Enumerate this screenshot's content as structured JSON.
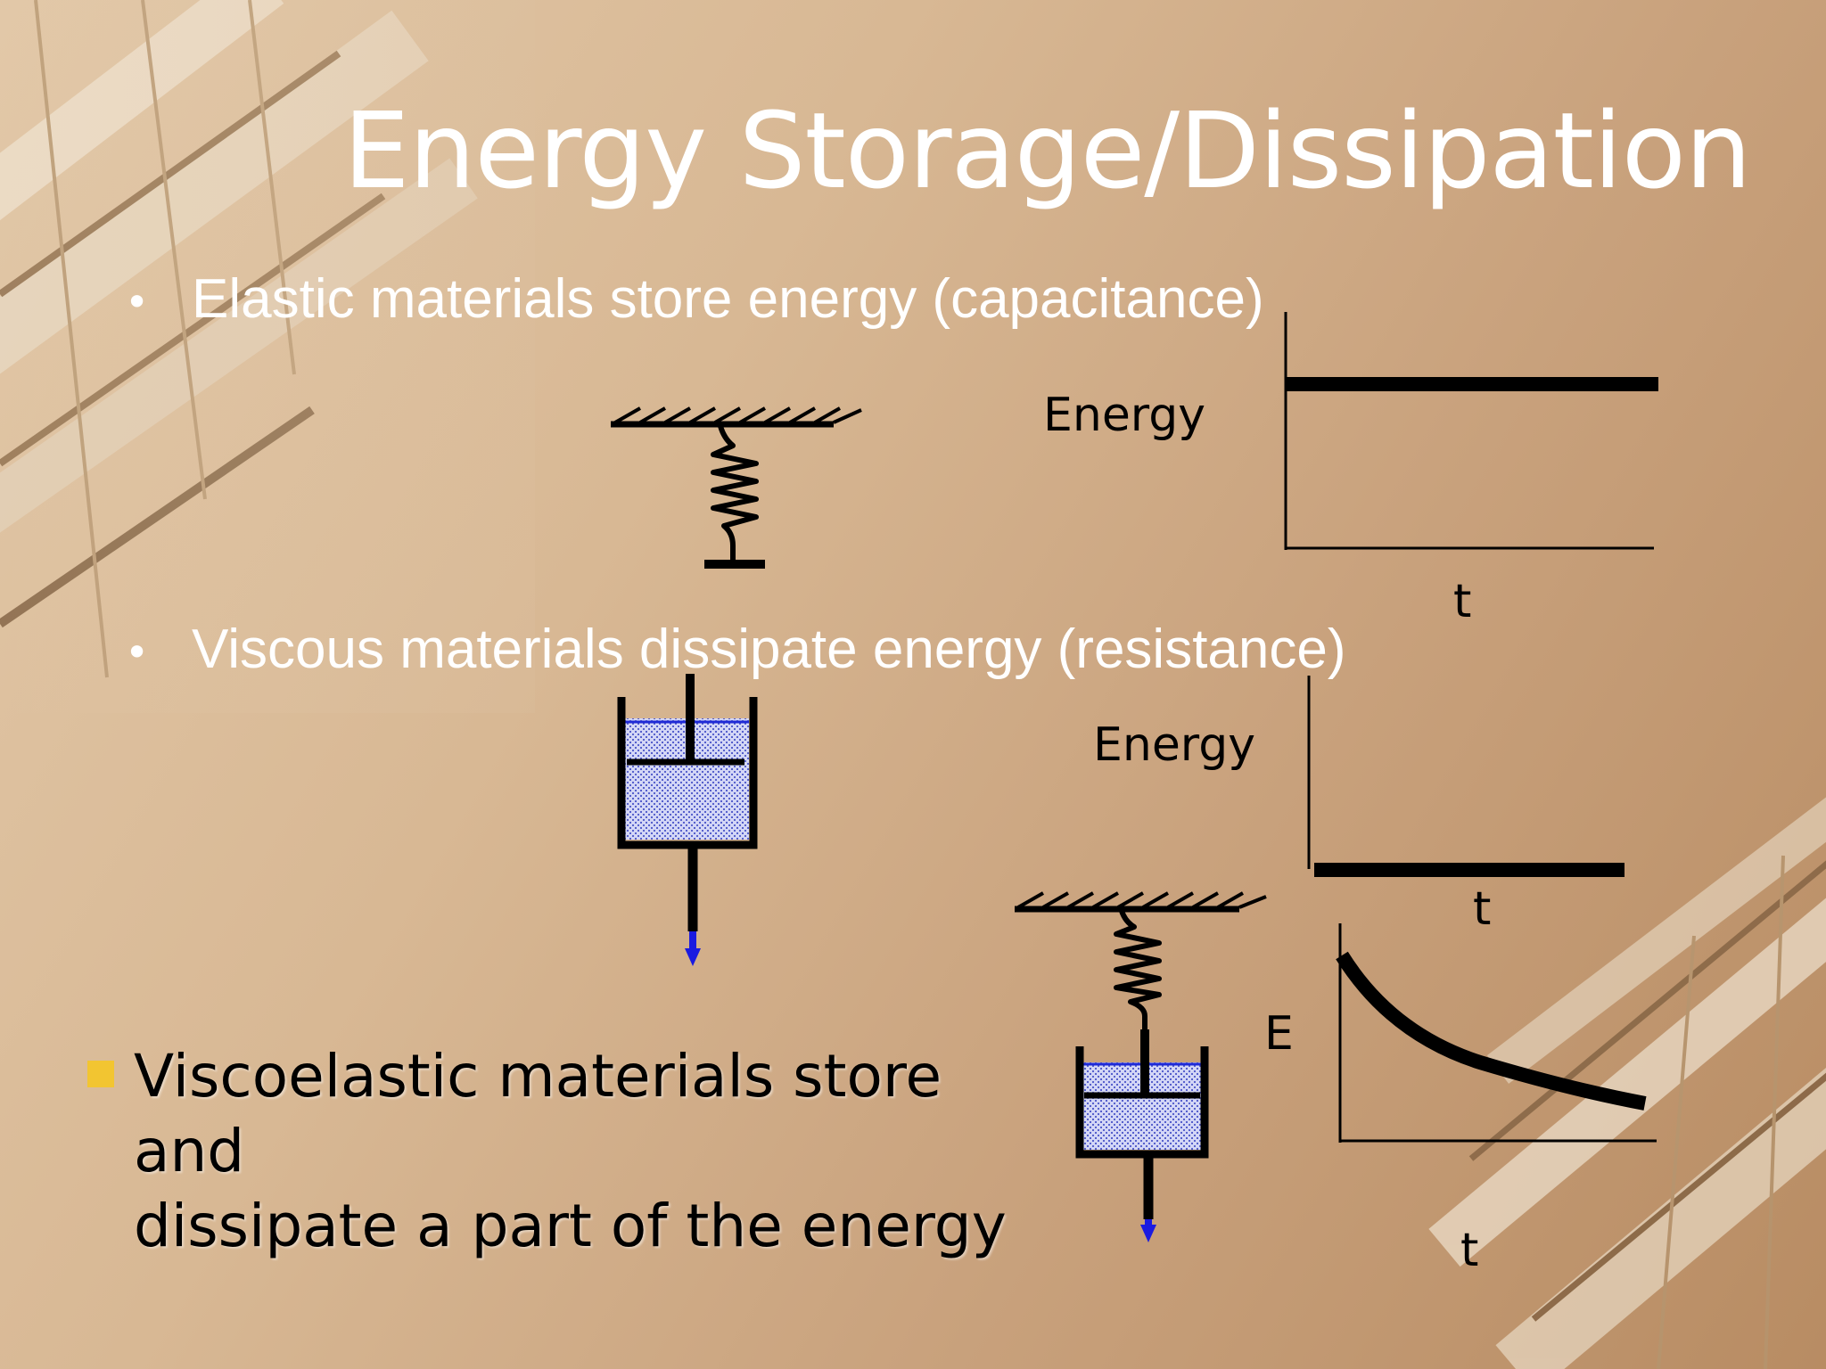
{
  "title": "Energy Storage/Dissipation",
  "bullets": [
    {
      "marker": "•",
      "text": "Elastic materials store energy (capacitance)"
    },
    {
      "marker": "•",
      "text": "Viscous materials dissipate energy (resistance)"
    }
  ],
  "viscoelastic": {
    "line1": "Viscoelastic materials store and",
    "line2": "dissipate a part of the energy",
    "marker_color": "#f2c531"
  },
  "graphs": {
    "elastic": {
      "ylabel": "Energy",
      "xlabel": "t"
    },
    "viscous": {
      "ylabel": "Energy",
      "xlabel": "t"
    },
    "viscoelastic": {
      "ylabel": "E",
      "xlabel": "t"
    }
  },
  "colors": {
    "fluid_fill": "#c9cdf5",
    "fluid_border": "#1f2ad6",
    "arrow": "#1a1ae0",
    "text": "#ffffff"
  }
}
